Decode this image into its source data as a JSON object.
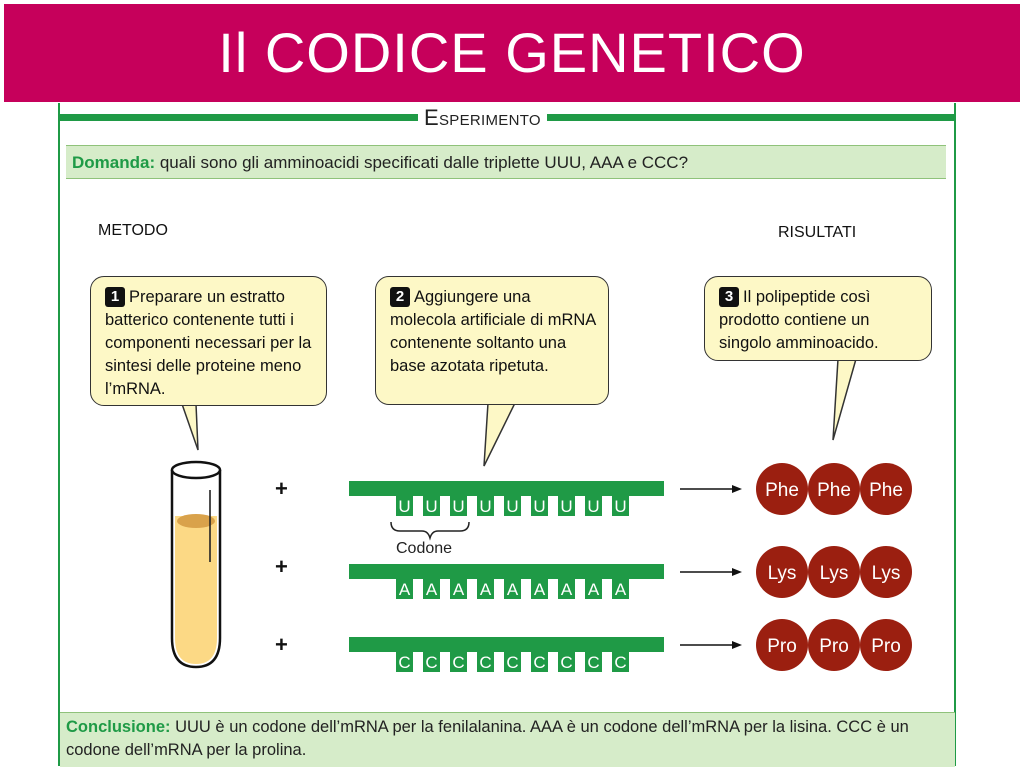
{
  "title": "Il CODICE GENETICO",
  "experiment_label": "Esperimento",
  "question": {
    "label": "Domanda:",
    "text": " quali sono gli amminoacidi specificati dalle triplette UUU, AAA e CCC?"
  },
  "method_label": "METODO",
  "results_label": "RISULTATI",
  "steps": [
    {
      "num": "1",
      "text": "Preparare un estratto batterico contenente tutti i componenti necessari per la sintesi delle proteine meno l’mRNA."
    },
    {
      "num": "2",
      "text": "Aggiungere una molecola artificiale di mRNA contenente soltanto una base azotata ripetuta."
    },
    {
      "num": "3",
      "text": "Il polipeptide così prodotto contiene un singolo amminoacido."
    }
  ],
  "plus_sign": "+",
  "codone_label": "Codone",
  "rows": [
    {
      "base": "U",
      "amino": "Phe"
    },
    {
      "base": "A",
      "amino": "Lys"
    },
    {
      "base": "C",
      "amino": "Pro"
    }
  ],
  "conclusion": {
    "label": "Conclusione:",
    "text": " UUU è un codone dell’mRNA per la fenilalanina. AAA è un codone dell’mRNA per la lisina. CCC è un codone dell’mRNA per la prolina."
  },
  "colors": {
    "title_bg": "#c6005b",
    "green": "#1f9a46",
    "light_green": "#d6ecc9",
    "callout": "#fdf8c6",
    "amino": "#9b1f10",
    "tube_fill": "#fcd985"
  }
}
